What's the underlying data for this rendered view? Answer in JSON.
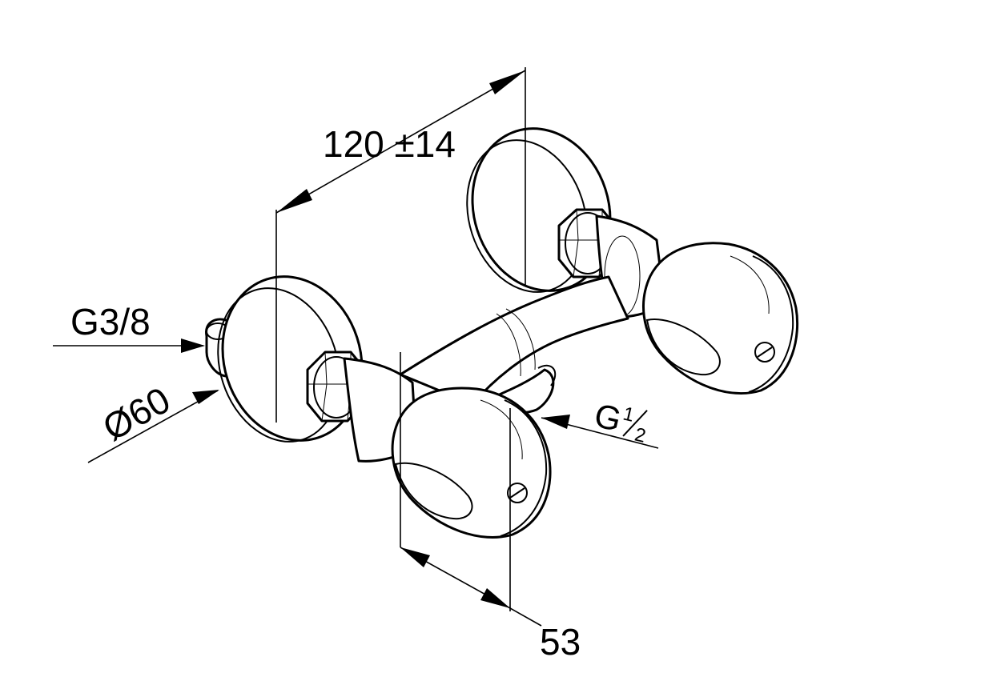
{
  "drawing": {
    "subject": "wall-mounted two-handle mixer valve, isometric dimension drawing",
    "line_color": "#000000",
    "background": "#ffffff"
  },
  "dimensions": {
    "center_distance": "120 ±14",
    "inlet_thread": "G3/8",
    "rosette_diameter": "Ø60",
    "outlet_thread_prefix": "G",
    "outlet_thread_fraction_num": "1",
    "outlet_thread_fraction_den": "2",
    "depth": "53"
  }
}
